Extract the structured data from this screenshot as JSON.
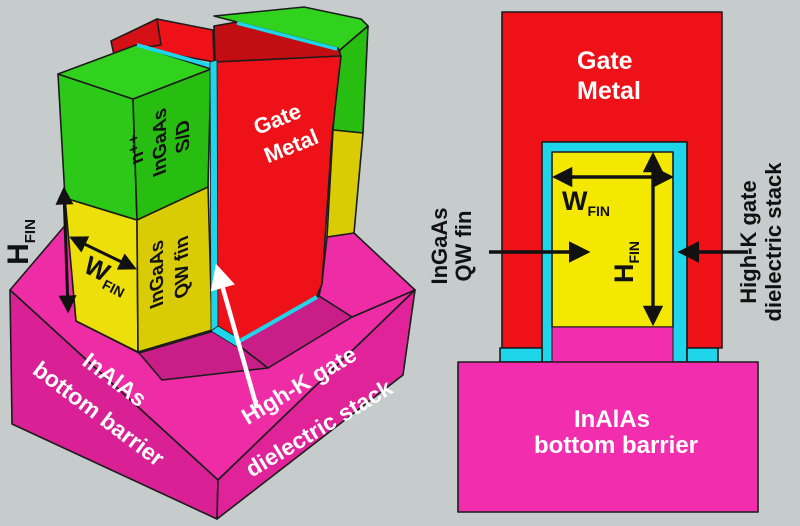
{
  "figure": {
    "description_left": "3D FinFET structure view",
    "description_right": "FinFET cross-section view"
  },
  "colors": {
    "background": "#c6cccb",
    "red": "#ee1118",
    "red_dark": "#c20d12",
    "red_end": "#d21016",
    "green": "#2cc918",
    "green_top": "#30d21e",
    "green_dark": "#28bd11",
    "yellow": "#ecdf0a",
    "yellow_dark": "#d9cc04",
    "yellow_bright": "#f4e800",
    "magenta": "#ee2ca6",
    "magenta_dark": "#d92195",
    "magenta_right": "#e02399",
    "magenta_step": "#c91e87",
    "magenta_bright": "#f32eae",
    "cyan": "#1fd5e9",
    "arrow_black": "#111111",
    "arrow_white": "#ffffff"
  },
  "left_diagram": {
    "labels": {
      "hfin_main": "H",
      "hfin_sub": "FIN",
      "wfin_main": "W",
      "wfin_sub": "FIN",
      "sd_line1": "n⁺⁺",
      "sd_line2": "InGaAs",
      "sd_line3": "S/D",
      "qw_line1": "InGaAs",
      "qw_line2": "QW fin",
      "gate_line1": "Gate",
      "gate_line2": "Metal",
      "barrier_line1": "InAlAs",
      "barrier_line2": "bottom barrier",
      "hik_line1": "High-K gate",
      "hik_line2": "dielectric stack"
    }
  },
  "right_diagram": {
    "labels": {
      "gate_line1": "Gate",
      "gate_line2": "Metal",
      "barrier_line1": "InAlAs",
      "barrier_line2": "bottom barrier",
      "qw_line1": "InGaAs",
      "qw_line2": "QW fin",
      "hik_line1": "High-K gate",
      "hik_line2": "dielectric stack",
      "wfin_main": "W",
      "wfin_sub": "FIN",
      "hfin_main": "H",
      "hfin_sub": "FIN"
    }
  }
}
